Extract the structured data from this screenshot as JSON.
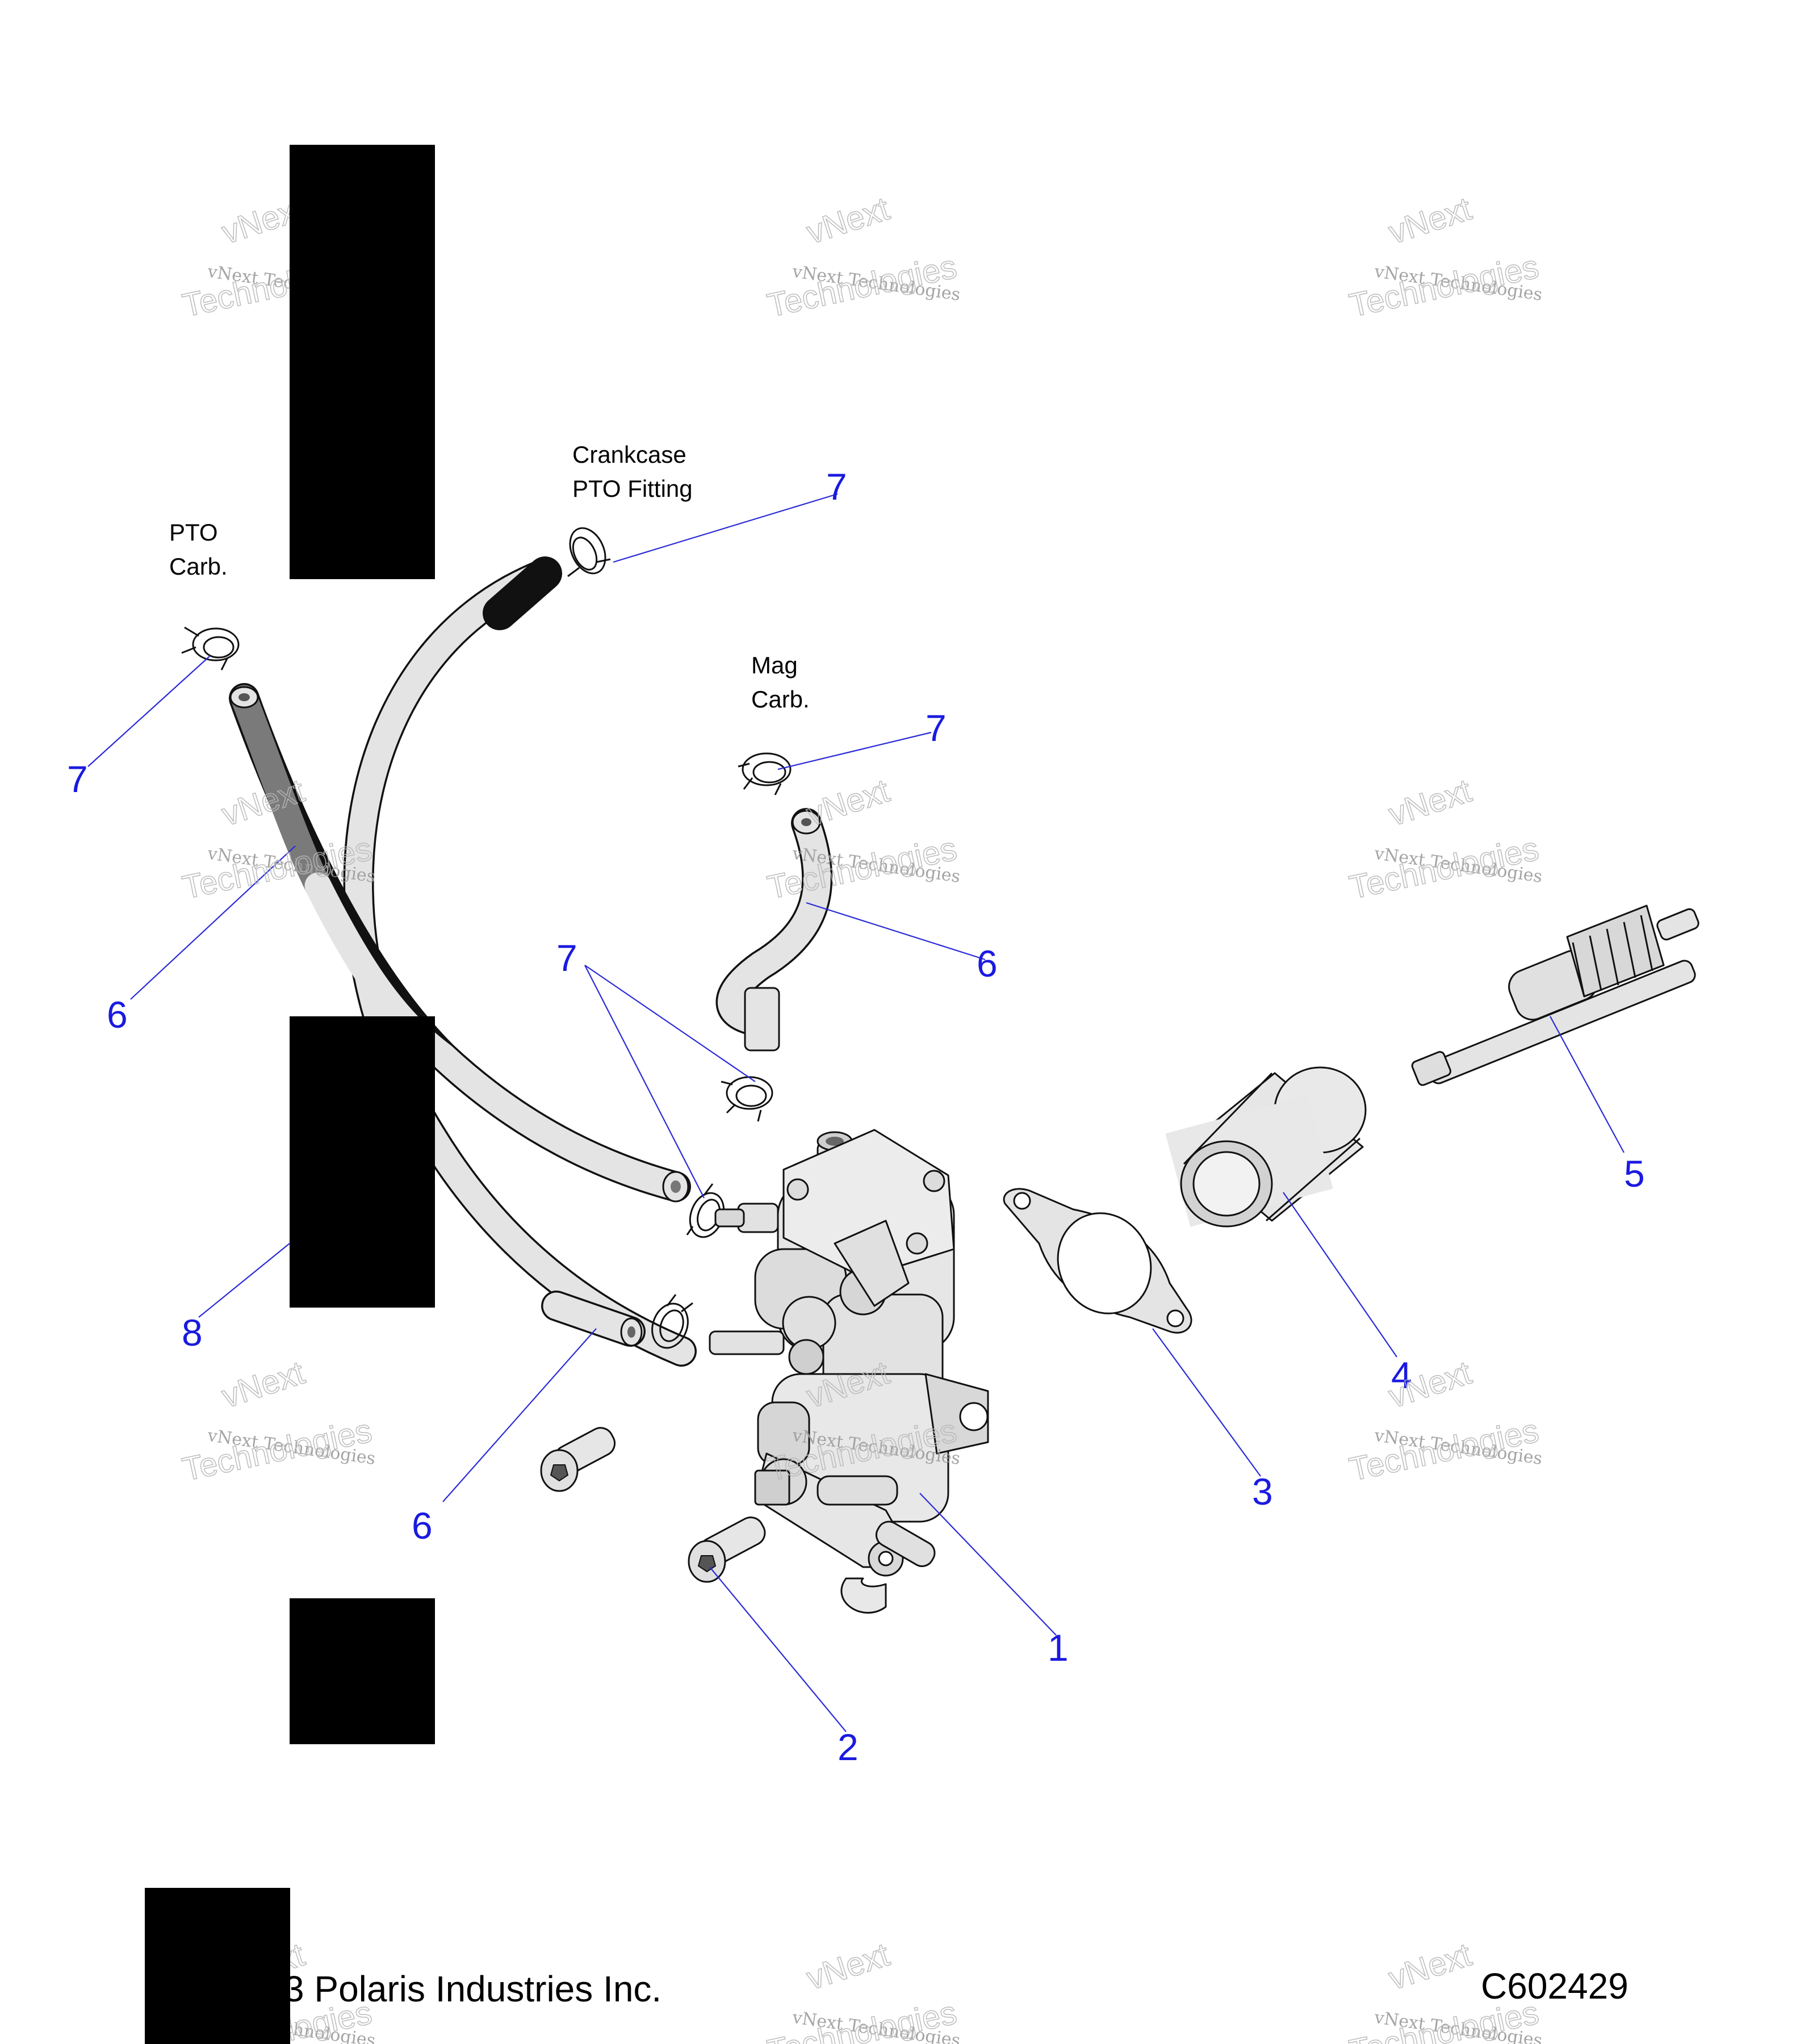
{
  "diagram": {
    "callouts": [
      "1",
      "2",
      "3",
      "4",
      "5",
      "6",
      "6",
      "6",
      "7",
      "7",
      "7",
      "7",
      "8"
    ],
    "captions": {
      "crankcase_1": "Crankcase",
      "crankcase_2": "PTO Fitting",
      "pto_1": "PTO",
      "pto_2": "Carb.",
      "mag_1": "Mag",
      "mag_2": "Carb."
    },
    "watermark": {
      "brand": "vNext",
      "line": "vNext Technologies",
      "big": "Technologies"
    },
    "footer": {
      "copyright": "3 Polaris Industries Inc.",
      "figure_code": "C602429"
    }
  },
  "colors": {
    "callout": "#1a1ae0",
    "part_fill": "#e4e4e4",
    "redaction": "#000000"
  }
}
